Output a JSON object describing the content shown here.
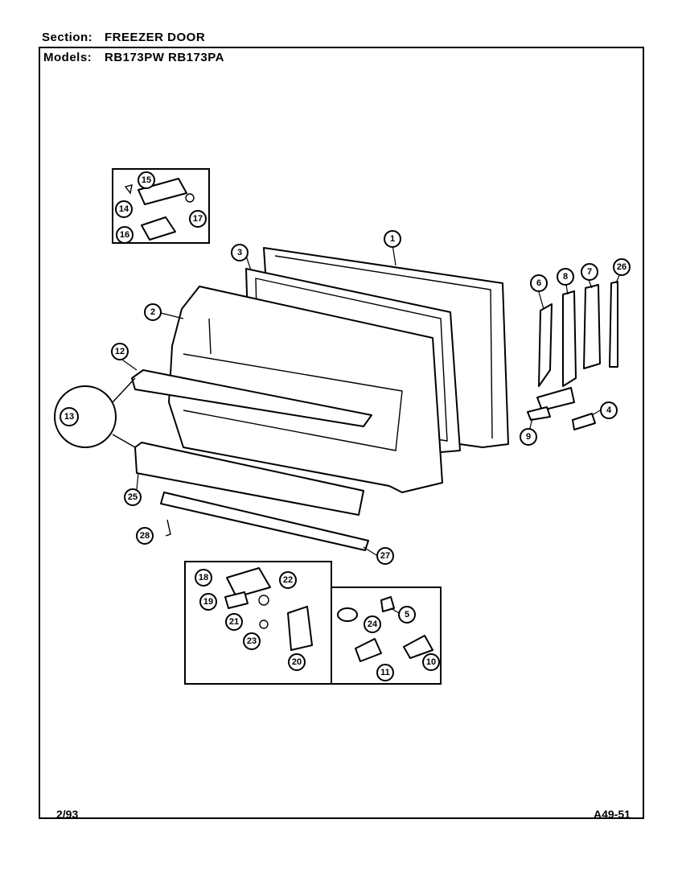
{
  "header": {
    "section_label": "Section:",
    "section_value": "FREEZER DOOR",
    "models_label": "Models:",
    "models_value": "RB173PW  RB173PA"
  },
  "footer": {
    "date": "2/93",
    "page_code": "A49-51"
  },
  "callouts": [
    "1",
    "2",
    "3",
    "4",
    "5",
    "6",
    "7",
    "8",
    "9",
    "10",
    "11",
    "12",
    "13",
    "14",
    "15",
    "16",
    "17",
    "18",
    "19",
    "20",
    "21",
    "22",
    "23",
    "24",
    "25",
    "26",
    "27",
    "28"
  ]
}
